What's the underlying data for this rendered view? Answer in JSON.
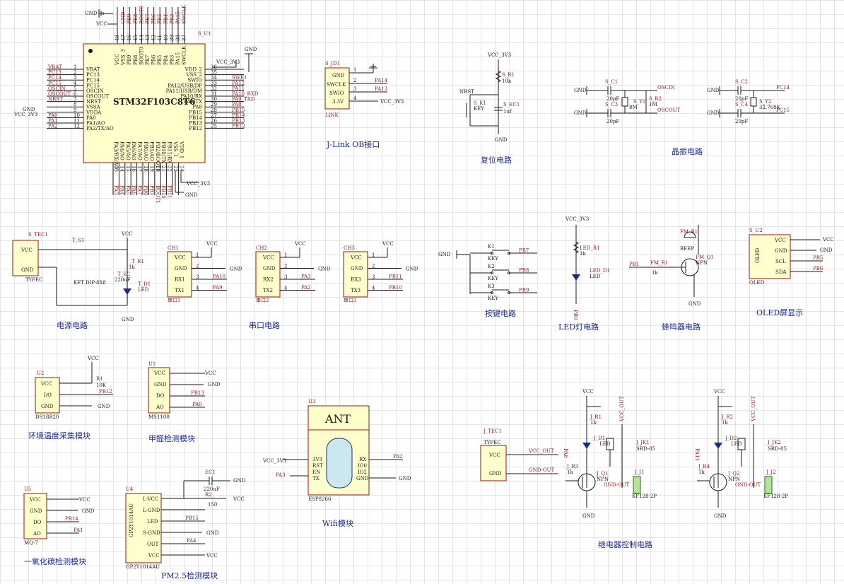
{
  "mcu": {
    "part": "STM32F103C8T6",
    "ref": "S_U1",
    "top_gnd": "GND",
    "top_vcc": "VCC",
    "vdd_net": "VCC_3V3",
    "bottom_gnd": "GND",
    "left_gnd": "GND",
    "left_pins": [
      {
        "num": "1",
        "name": "VBAT",
        "net": "VBAT"
      },
      {
        "num": "2",
        "name": "PC13",
        "net": "PC13"
      },
      {
        "num": "3",
        "name": "PC14",
        "net": "PC14"
      },
      {
        "num": "4",
        "name": "PC15",
        "net": "PC15"
      },
      {
        "num": "5",
        "name": "OSCIN",
        "net": "OSCIN"
      },
      {
        "num": "6",
        "name": "OSCOUT",
        "net": "OSCOUT"
      },
      {
        "num": "7",
        "name": "NRST",
        "net": "NRST"
      },
      {
        "num": "8",
        "name": "VSSA",
        "net": ""
      },
      {
        "num": "9",
        "name": "VDDA",
        "net": ""
      },
      {
        "num": "10",
        "name": "PA0",
        "net": "PA0"
      },
      {
        "num": "11",
        "name": "PA1/AO",
        "net": "PA1"
      },
      {
        "num": "12",
        "name": "PA2/TX/AO",
        "net": "PA2"
      }
    ],
    "right_pins": [
      {
        "num": "36",
        "name": "VDD_2",
        "net": ""
      },
      {
        "num": "35",
        "name": "VSS_2",
        "net": ""
      },
      {
        "num": "34",
        "name": "SWIO",
        "net": "SWIO"
      },
      {
        "num": "33",
        "name": "PA12/USB/DP",
        "net": "PA12"
      },
      {
        "num": "32",
        "name": "PA11/USB/DM",
        "net": "PA11"
      },
      {
        "num": "31",
        "name": "PA10/RX",
        "net": "PA10_RXD"
      },
      {
        "num": "30",
        "name": "PA9/TX",
        "net": "PA9_TXD"
      },
      {
        "num": "29",
        "name": "PA8",
        "net": "PA8"
      },
      {
        "num": "28",
        "name": "PB15",
        "net": "PB15"
      },
      {
        "num": "27",
        "name": "PB14",
        "net": "PB14"
      },
      {
        "num": "26",
        "name": "PB13",
        "net": "PB13"
      },
      {
        "num": "25",
        "name": "PB12",
        "net": "PB12"
      }
    ],
    "top_pins": [
      {
        "num": "48",
        "name": "VCC",
        "net": ""
      },
      {
        "num": "47",
        "name": "VSS_3",
        "net": "GND"
      },
      {
        "num": "46",
        "name": "PB9",
        "net": "PB9"
      },
      {
        "num": "45",
        "name": "PB8",
        "net": "PB8"
      },
      {
        "num": "44",
        "name": "BOOT0",
        "net": "BOOT0"
      },
      {
        "num": "43",
        "name": "PB7",
        "net": "PB7"
      },
      {
        "num": "42",
        "name": "PB6",
        "net": "PB6"
      },
      {
        "num": "41",
        "name": "PB5",
        "net": "PB5"
      },
      {
        "num": "40",
        "name": "PB4",
        "net": "PB4"
      },
      {
        "num": "39",
        "name": "PB3",
        "net": "PB3"
      },
      {
        "num": "38",
        "name": "PA15",
        "net": "PA15"
      },
      {
        "num": "37",
        "name": "SWCLK",
        "net": "SWCLK"
      }
    ],
    "bottom_pins": [
      {
        "num": "13",
        "name": "PA3/RX/AO",
        "net": "PA3"
      },
      {
        "num": "14",
        "name": "PA4/AO",
        "net": "PA4"
      },
      {
        "num": "15",
        "name": "PA5/AO",
        "net": "PA5"
      },
      {
        "num": "16",
        "name": "PA6/AO",
        "net": "PA6"
      },
      {
        "num": "17",
        "name": "PA7/AO",
        "net": "PA7"
      },
      {
        "num": "18",
        "name": "PB0/AO",
        "net": "PB0"
      },
      {
        "num": "19",
        "name": "PB1/AO",
        "net": "PB1"
      },
      {
        "num": "20",
        "name": "PB2/BOOT1",
        "net": "BOOT1"
      },
      {
        "num": "21",
        "name": "PB10/TX",
        "net": "PB10"
      },
      {
        "num": "22",
        "name": "PB11/RX",
        "net": "PB11"
      },
      {
        "num": "23",
        "name": "VSS_1",
        "net": ""
      },
      {
        "num": "24",
        "name": "VDD_1",
        "net": ""
      }
    ]
  },
  "jlink": {
    "ref": "S_JD1",
    "name": "LINK",
    "pins": [
      "GND",
      "SWCLK",
      "SWIO",
      "3.3V"
    ],
    "num": [
      "1",
      "2",
      "3",
      "4"
    ],
    "nets": [
      "PA14",
      "PA13",
      "VCC_3V3"
    ]
  },
  "reset": {
    "vcc": "VCC_3V3",
    "r_ref": "S_R1",
    "r_val": "10k",
    "nrst": "NRST",
    "k_ref": "S_K1",
    "k_val": "KEY",
    "c_ref": "S_EC1",
    "c_val": "1uf",
    "gnd": "GND"
  },
  "crystal": {
    "gnd": "GND",
    "c1_ref": "S_C1",
    "c3_ref": "S_C3",
    "c2_ref": "S_C2",
    "c4_ref": "S_C4",
    "c_val": "20pF",
    "y1_ref": "S_Y1",
    "y1_val": "8M",
    "r2_ref": "S_R2",
    "r2_val": "1M",
    "osc_in": "OSCIN",
    "osc_out": "OSCOUT",
    "y2_ref": "S_Y2",
    "y2_val": "32.768K",
    "pc14": "PC14",
    "pc15": "PC15"
  },
  "power": {
    "conn_ref": "S_TEC1",
    "conn_type": "TYPEC",
    "pin_vcc": "VCC",
    "pin_gnd": "GND",
    "sw_ref": "T_S1",
    "sw_type": "KFT DIP-8X8",
    "vcc": "VCC",
    "r_ref": "T_R1",
    "r_val": "1k",
    "c_ref": "T_EC",
    "c_val": "220uF",
    "d_ref": "T_D1",
    "d_val": "LED",
    "gnd": "GND"
  },
  "uarts": [
    {
      "ref": "CH1",
      "name": "串口1",
      "pins": [
        "VCC",
        "GND",
        "RX1",
        "TX1"
      ],
      "nets": [
        "VCC",
        "GND",
        "PA10",
        "PA9"
      ]
    },
    {
      "ref": "CH2",
      "name": "串口2",
      "pins": [
        "VCC",
        "GND",
        "RX2",
        "TX2"
      ],
      "nets": [
        "VCC",
        "GND",
        "PA3",
        "PA2"
      ]
    },
    {
      "ref": "CH3",
      "name": "串口3",
      "pins": [
        "VCC",
        "GND",
        "RX3",
        "TX3"
      ],
      "nets": [
        "VCC",
        "GND",
        "PB11",
        "PB10"
      ]
    }
  ],
  "keys": {
    "gnd": "GND",
    "items": [
      {
        "ref": "K1",
        "val": "KEY",
        "net": "PB7"
      },
      {
        "ref": "K2",
        "val": "KEY",
        "net": "PB8"
      },
      {
        "ref": "K3",
        "val": "KEY",
        "net": "PB9"
      }
    ]
  },
  "led": {
    "vcc": "VCC_3V3",
    "r_ref": "LED_R1",
    "r_val": "1k",
    "d_ref": "LED_D1",
    "d_val": "LED",
    "net": "PB0"
  },
  "buzzer": {
    "beep_ref": "FM_B1",
    "beep_val": "BEEP",
    "q_ref": "FM_Q1",
    "q_type": "NPN",
    "net": "PB1",
    "r_ref": "FM_R1",
    "r_val": "1k",
    "gnd": "GND"
  },
  "oled": {
    "ref": "S_U2",
    "name": "OLED",
    "pins": [
      "VCC",
      "GND",
      "SCL",
      "SDA"
    ],
    "nets": [
      "VCC",
      "GND",
      "PB5",
      "PB6"
    ],
    "foot": "OLED"
  },
  "ds18b20": {
    "ref": "U2",
    "pins": [
      "VCC",
      "I/O",
      "GND"
    ],
    "foot": "DS18B20",
    "vcc": "VCC",
    "net": "PB12",
    "r_ref": "R1",
    "r_val": "10K",
    "gnd": "GND"
  },
  "ms1100": {
    "ref": "U1",
    "pins": [
      "VCC",
      "GND",
      "DO",
      "AO"
    ],
    "nets": [
      "VCC",
      "GND",
      "PB13",
      "PA0"
    ],
    "foot": "MS1100"
  },
  "esp": {
    "ref": "U3",
    "antenna": "ANT",
    "lpins": [
      "3V3",
      "RST",
      "EN",
      "TX"
    ],
    "rpins": [
      "RX",
      "IO0",
      "IO2",
      "GND"
    ],
    "vcc": "VCC_3V3",
    "net_tx": "PA3",
    "net_rx": "PA2",
    "gnd": "GND",
    "foot": "ESP8266"
  },
  "mq7": {
    "ref": "U5",
    "pins": [
      "VCC",
      "GND",
      "DO",
      "AO"
    ],
    "nets": [
      "VCC",
      "GND",
      "PB14",
      "PA1"
    ],
    "foot": "MQ-7"
  },
  "pm25": {
    "ref": "U4",
    "part": "GP2Y1014AU",
    "pins": [
      "L-VCC",
      "L-GND",
      "LED",
      "S-GND",
      "OUT",
      "VCC"
    ],
    "nets": [
      "PB15",
      "PA4"
    ],
    "c_ref": "EC1",
    "c_val": "220uF",
    "r_ref": "R2",
    "r_val": "150",
    "gnd": "GND",
    "vcc": "VCC"
  },
  "relay": {
    "conn_ref": "J_TEC1",
    "conn_type": "TYPEC",
    "pin_vcc": "VCC",
    "pin_gnd": "GND",
    "vcc_out": "VCC_OUT",
    "gnd_out": "GND-OUT",
    "channels": [
      {
        "r1": "J_R1",
        "r1v": "1k",
        "d": "J_D1",
        "dv": "LED",
        "k": "J_JK1",
        "kv": "SRD-05",
        "r3": "J_R3",
        "r3v": "1k",
        "q": "J_Q1",
        "qv": "NPN",
        "net": "PA8",
        "vcc": "VCC",
        "vout": "VCC_OUT",
        "gout": "GND-OUT",
        "j": "J_J1",
        "jv": "KF128-2P",
        "gnd": "GND"
      },
      {
        "r1": "J_R2",
        "r1v": "1k",
        "d": "J_D2",
        "dv": "LED",
        "k": "J_JK2",
        "kv": "SRD-05",
        "r3": "J_R4",
        "r3v": "1k",
        "q": "J_Q2",
        "qv": "NPN",
        "net": "PA11",
        "vcc": "VCC",
        "vout": "VCC_OUT",
        "gout": "GND-OUT",
        "j": "J_J2",
        "jv": "KF128-2P",
        "gnd": "GND"
      }
    ]
  },
  "captions": {
    "jlink": "J-Link OB接口",
    "reset": "复位电路",
    "crystal": "晶振电路",
    "power": "电源电路",
    "uart": "串口电路",
    "keys": "按键电路",
    "led": "LED灯电路",
    "buzzer": "蜂鸣器电路",
    "oled": "OLED屏显示",
    "temp": "环境温度采集模块",
    "formaldehyde": "甲醛检测模块",
    "wifi": "Wifi模块",
    "co": "一氧化碳检测模块",
    "pm25": "PM2.5检测模块",
    "relay": "继电器控制电路"
  }
}
